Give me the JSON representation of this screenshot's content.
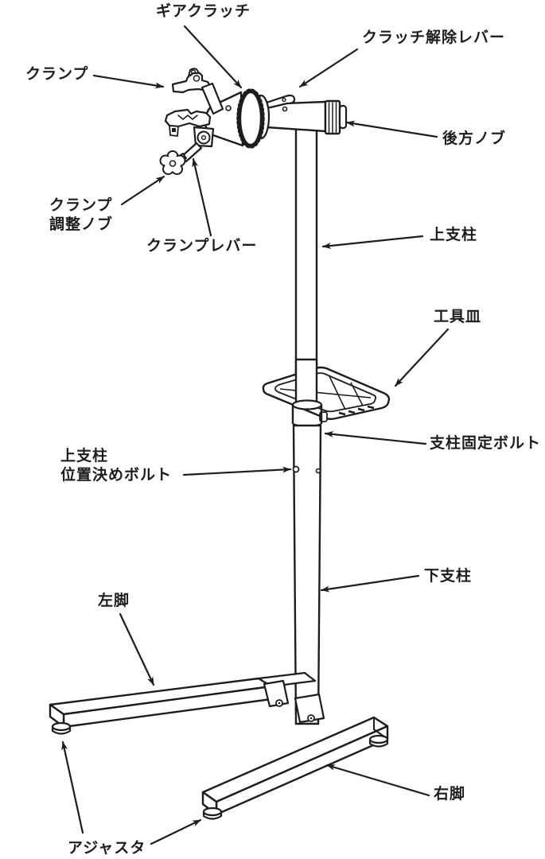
{
  "colors": {
    "line": "#1d1d1d",
    "background": "#ffffff",
    "text": "#1d1d1d"
  },
  "labels": {
    "gear_clutch": "ギアクラッチ",
    "clutch_release_lever": "クラッチ解除レバー",
    "clamp": "クランプ",
    "rear_knob": "後方ノブ",
    "clamp_adjust_knob": "クランプ\n調整ノブ",
    "clamp_lever": "クランプレバー",
    "upper_column": "上支柱",
    "tool_tray": "工具皿",
    "column_fixing_bolt": "支柱固定ボルト",
    "upper_column_positioning_bolt": "上支柱\n位置決めボルト",
    "lower_column": "下支柱",
    "left_leg": "左脚",
    "right_leg": "右脚",
    "adjuster": "アジャスタ"
  }
}
